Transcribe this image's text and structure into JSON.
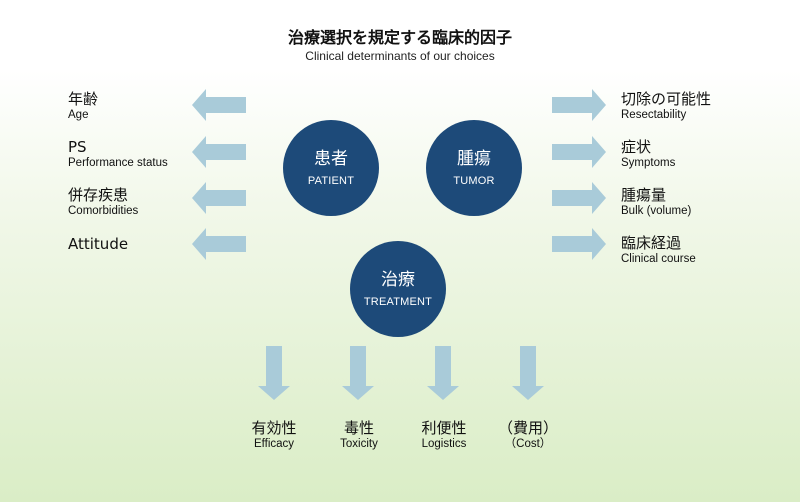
{
  "header": {
    "title": "治療選択を規定する臨床的因子",
    "subtitle": "Clinical determinants of our choices"
  },
  "circles": {
    "patient": {
      "jp": "患者",
      "en": "PATIENT"
    },
    "tumor": {
      "jp": "腫瘍",
      "en": "TUMOR"
    },
    "treatment": {
      "jp": "治療",
      "en": "TREATMENT"
    }
  },
  "patient_factors": [
    {
      "jp": "年齢",
      "en": "Age"
    },
    {
      "jp": "PS",
      "en": "Performance status"
    },
    {
      "jp": "併存疾患",
      "en": "Comorbidities"
    },
    {
      "jp": "Attitude",
      "en": ""
    }
  ],
  "tumor_factors": [
    {
      "jp": "切除の可能性",
      "en": "Resectability"
    },
    {
      "jp": "症状",
      "en": "Symptoms"
    },
    {
      "jp": "腫瘍量",
      "en": "Bulk (volume)"
    },
    {
      "jp": "臨床経過",
      "en": "Clinical course"
    }
  ],
  "treatment_outcomes": [
    {
      "jp": "有効性",
      "en": "Efficacy"
    },
    {
      "jp": "毒性",
      "en": "Toxicity"
    },
    {
      "jp": "利便性",
      "en": "Logistics"
    },
    {
      "jp": "（費用）",
      "en": "（Cost）"
    }
  ],
  "colors": {
    "circle_fill": "#1d4a79",
    "arrow_fill": "#a9cbd9",
    "background_bottom": "#daedc6"
  }
}
